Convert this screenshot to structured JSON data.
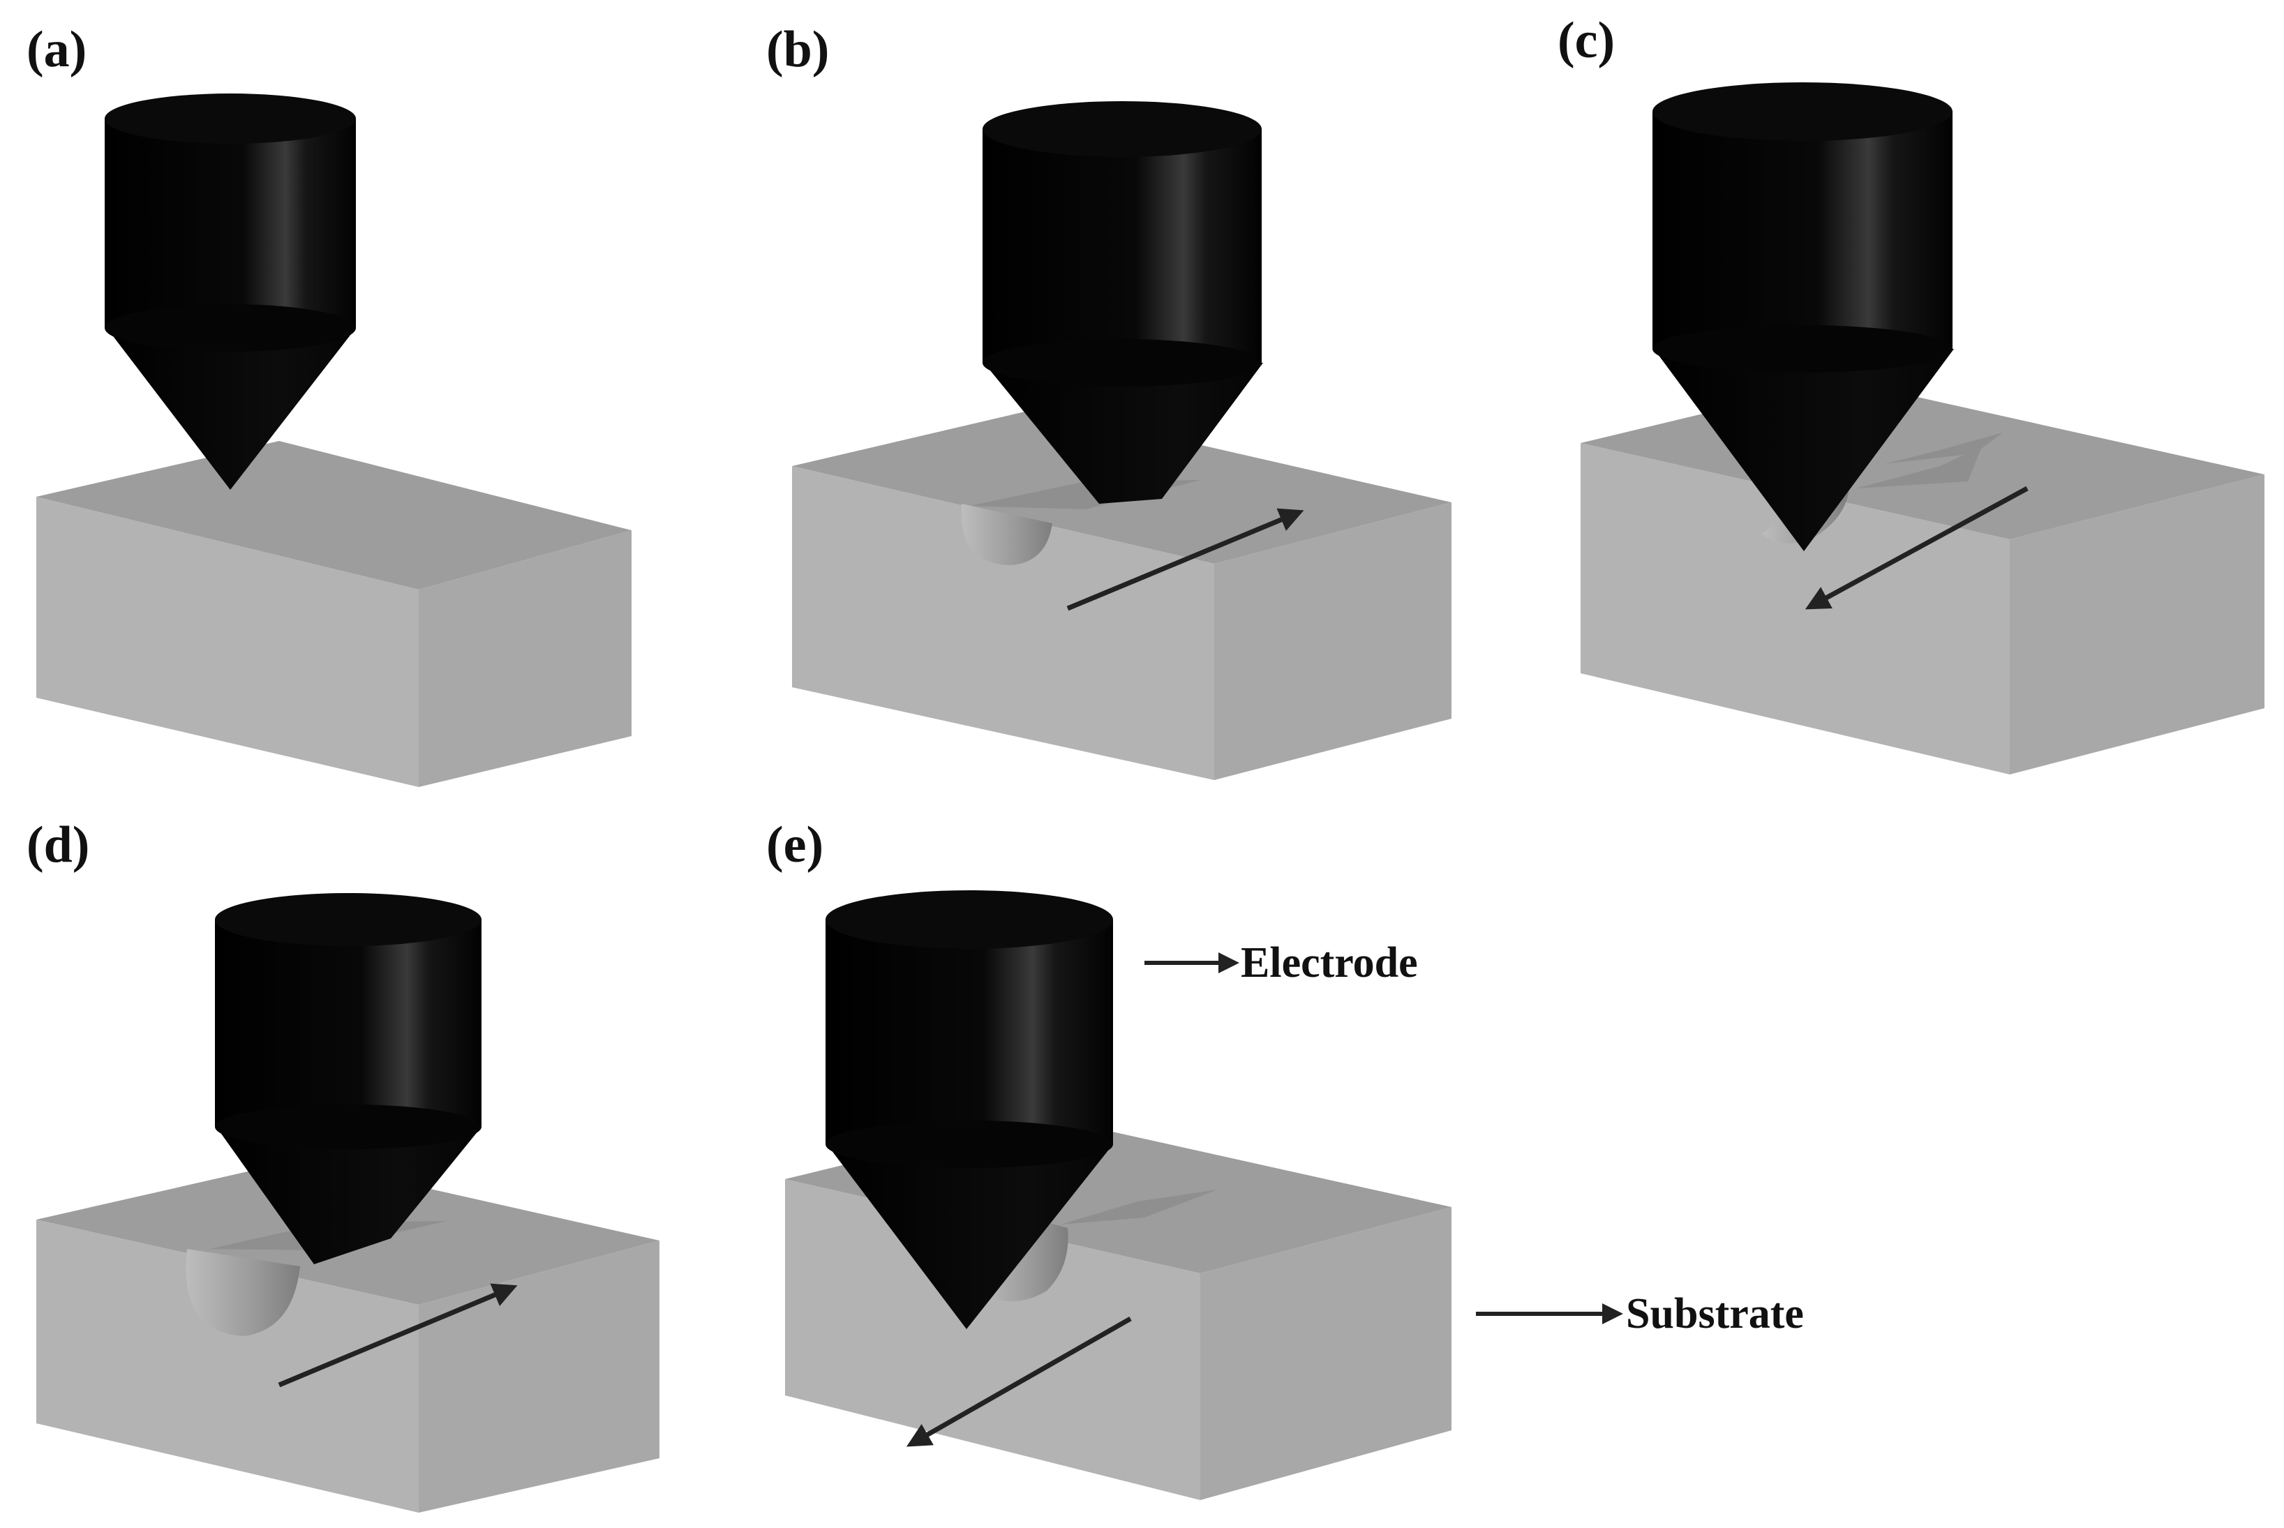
{
  "panels": [
    {
      "label": "(a)",
      "stage": "initial",
      "direction_arrow": "none"
    },
    {
      "label": "(b)",
      "stage": "pass-1",
      "direction_arrow": "away"
    },
    {
      "label": "(c)",
      "stage": "pass-2",
      "direction_arrow": "toward"
    },
    {
      "label": "(d)",
      "stage": "pass-3",
      "direction_arrow": "away"
    },
    {
      "label": "(e)",
      "stage": "pass-4",
      "direction_arrow": "toward"
    }
  ],
  "callouts": {
    "electrode": "Electrode",
    "substrate": "Substrate"
  },
  "colors": {
    "electrode": "#050505",
    "substrate_top": "#9d9d9d",
    "substrate_front": "#b3b3b3",
    "substrate_side": "#a9a9a9",
    "groove": "#8f8f8f",
    "arrow": "#222222",
    "text": "#111111"
  }
}
